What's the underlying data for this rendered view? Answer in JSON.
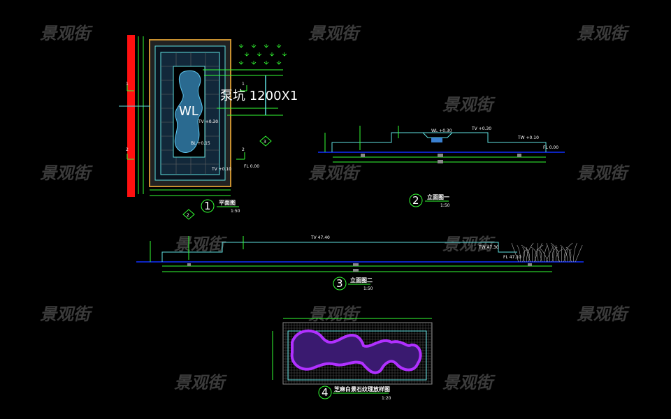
{
  "watermark": "景观街",
  "colors": {
    "background": "#000000",
    "cyan": "#5fe0e0",
    "green": "#33ff33",
    "blue": "#1030ff",
    "red": "#ff1010",
    "orange": "#c89030",
    "purple": "#b030ff",
    "gray": "#808080"
  },
  "plan": {
    "number": "1",
    "title": "平面图",
    "scale": "1:50",
    "pump_pit": "泵坑 1200X1",
    "wl": "WL",
    "tv": "TV +0.30",
    "bl": "BL +0.15",
    "tw": "TV +0.10",
    "fl": "FL 0.00",
    "section_marks": [
      "1",
      "2",
      "1",
      "2"
    ],
    "elevation_marks": [
      "2",
      "3"
    ]
  },
  "elevation1": {
    "number": "2",
    "title": "立面图一",
    "scale": "1:50",
    "labels": {
      "wl": "WL +0.30",
      "tv": "TV +0.30",
      "tw": "TW +0.10",
      "fl": "FL 0.00"
    }
  },
  "elevation2": {
    "number": "3",
    "title": "立面图二",
    "scale": "1:50",
    "labels": {
      "tv": "TV 47.40",
      "tw": "TW 47.30",
      "fl": "FL 47.10"
    }
  },
  "detail": {
    "number": "4",
    "title": "芝麻白景石纹理放样图",
    "scale": "1:20"
  }
}
